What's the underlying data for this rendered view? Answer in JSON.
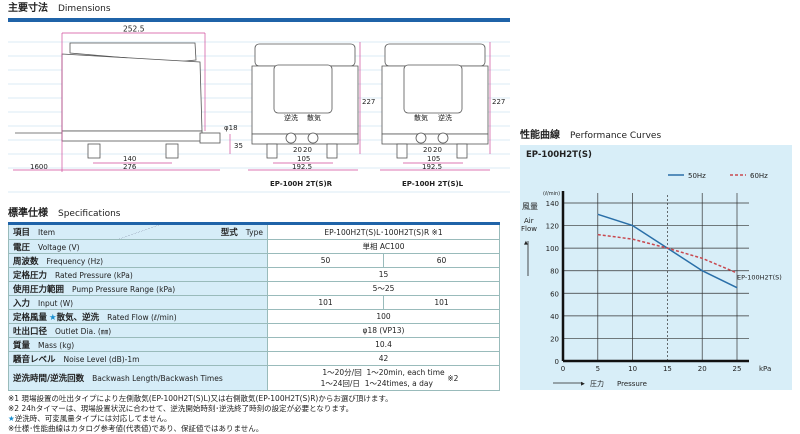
{
  "dimensions": {
    "title_ja": "主要寸法",
    "title_en": "Dimensions",
    "labels": {
      "w1": "252.5",
      "h1": "227",
      "phi": "φ18",
      "d35": "35",
      "d140": "140",
      "d276": "276",
      "d1600": "1600",
      "d20a": "20",
      "d20b": "20",
      "d105": "105",
      "d192": "192.5",
      "valve_back": "逆洗",
      "valve_air": "散気"
    },
    "model_r": "EP-100H 2T(S)R",
    "model_l": "EP-100H 2T(S)L"
  },
  "specs": {
    "title_ja": "標準仕様",
    "title_en": "Specifications",
    "header": {
      "item_ja": "項目",
      "item_en": "Item",
      "type_ja": "型式",
      "type_en": "Type",
      "model": "EP-100H2T(S)L･100H2T(S)R ※1"
    },
    "rows": [
      {
        "ja": "電圧",
        "en": "Voltage (V)",
        "v": "単相 AC100"
      },
      {
        "ja": "周波数",
        "en": "Frequency (Hz)",
        "v50": "50",
        "v60": "60"
      },
      {
        "ja": "定格圧力",
        "en": "Rated Pressure (kPa)",
        "v": "15"
      },
      {
        "ja": "使用圧力範囲",
        "en": "Pump Pressure Range (kPa)",
        "v": "5～25"
      },
      {
        "ja": "入力",
        "en": "Input (W)",
        "v50": "101",
        "v60": "101"
      },
      {
        "ja": "定格風量",
        "star": "★",
        "ja2": "散気、逆洗",
        "en": "Rated Flow (ℓ/min)",
        "v": "100"
      },
      {
        "ja": "吐出口径",
        "en": "Outlet Dia. (㎜)",
        "v": "φ18 (VP13)"
      },
      {
        "ja": "質量",
        "en": "Mass (kg)",
        "v": "10.4"
      },
      {
        "ja": "騒音レベル",
        "en": "Noise Level (dB)-1m",
        "v": "42"
      },
      {
        "ja": "逆洗時間/逆洗回数",
        "en": "Backwash Length/Backwash Times",
        "l1a": "1～20分/回",
        "l1b": "1～20min, each time",
        "l2a": "1～24回/日",
        "l2b": "1～24times, a day",
        "note": "※2"
      }
    ],
    "notes": [
      "※1 現場設置の吐出タイプにより左側散気(EP-100H2T(S)L)又は右側散気(EP-100H2T(S)R)からお選び頂けます。",
      "※2 24hタイマーは、現場設置状況に合わせて、逆洗開始時刻･逆洗終了時刻の設定が必要となります。",
      "逆洗時、可変風量タイプには対応してません。",
      "※仕様･性能曲線はカタログ参考値(代表値)であり、保証値ではありません。"
    ],
    "note_star": "★"
  },
  "performance": {
    "title_ja": "性能曲線",
    "title_en": "Performance Curves"
  },
  "chart_data": {
    "type": "line",
    "title": "EP-100H2T(S)",
    "unit": "(ℓ/min)",
    "ylabel_ja": "風量",
    "ylabel_en1": "Air",
    "ylabel_en2": "Flow",
    "xlabel_ja": "圧力",
    "xlabel_en": "Pressure",
    "xunit": "kPa",
    "curve_label": "EP-100H2T(S)",
    "xlim": [
      0,
      27
    ],
    "ylim": [
      0,
      140
    ],
    "xticks": [
      0,
      5,
      10,
      15,
      20,
      25
    ],
    "yticks": [
      0,
      20,
      40,
      60,
      80,
      100,
      120,
      140
    ],
    "grid": true,
    "legend": "top-right",
    "rated_pressure": 15,
    "series": [
      {
        "name": "50Hz",
        "color": "#2a6fa8",
        "x": [
          5,
          10,
          15,
          20,
          25
        ],
        "y": [
          130,
          120,
          100,
          80,
          65
        ]
      },
      {
        "name": "60Hz",
        "color": "#c8484f",
        "dash": true,
        "x": [
          5,
          10,
          15,
          20,
          25
        ],
        "y": [
          112,
          108,
          100,
          91,
          78
        ]
      }
    ]
  }
}
